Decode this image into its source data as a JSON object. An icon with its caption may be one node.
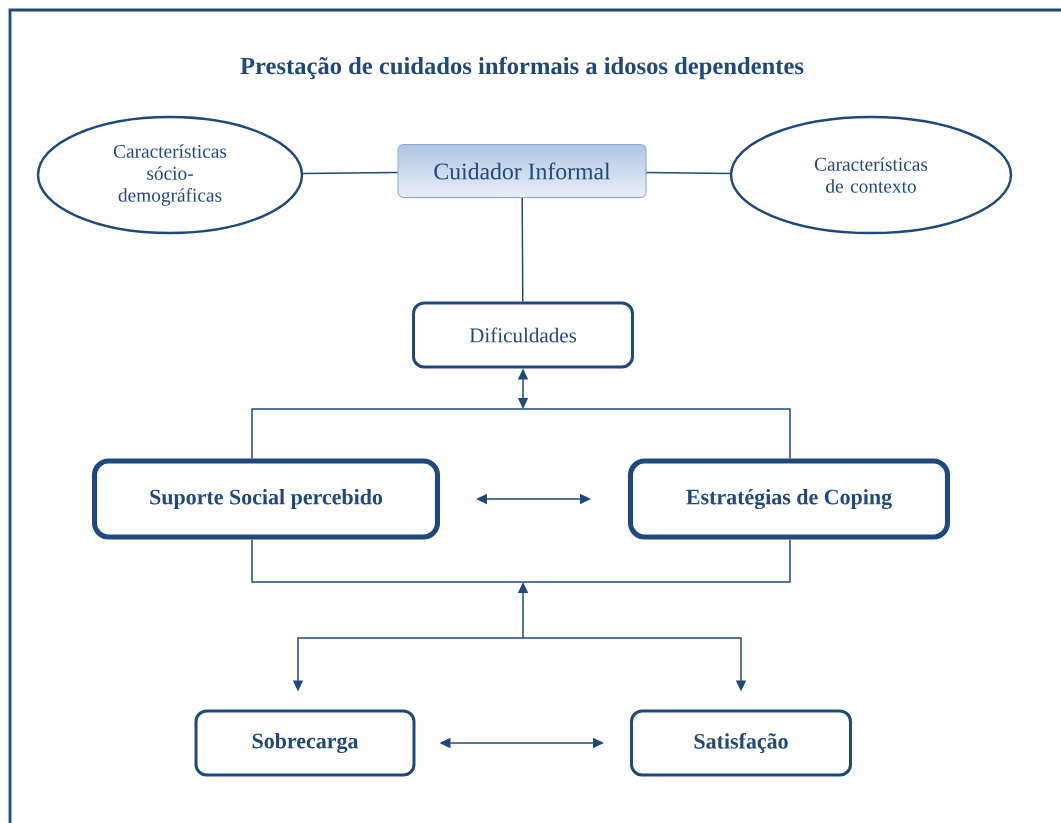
{
  "diagram": {
    "title": "Prestação de cuidados informais a idosos dependentes",
    "nodes": [
      {
        "text": [
          "Características sócio-demográficas"
        ]
      },
      {
        "text": [
          "Cuidador Informal"
        ]
      },
      {
        "text": [
          "Características de contexto"
        ]
      },
      {
        "text": [
          "Dificuldades"
        ]
      },
      {
        "text": [
          "Suporte Social percebido"
        ]
      },
      {
        "text": [
          "Estratégias de Coping"
        ]
      },
      {
        "text": [
          "Sobrecarga"
        ]
      },
      {
        "text": [
          "Satisfação"
        ]
      }
    ],
    "edges": [
      {
        "from": 0,
        "to": 1,
        "arrow": "none"
      },
      {
        "from": 1,
        "to": 2,
        "arrow": "none"
      },
      {
        "from": 1,
        "to": 3,
        "arrow": "none"
      },
      {
        "from": 3,
        "to": null,
        "arrow": "both"
      },
      {
        "from": 4,
        "to": 5,
        "arrow": "none"
      },
      {
        "from": 4,
        "to": 5,
        "arrow": "both"
      },
      {
        "from": 4,
        "to": 5,
        "arrow": "none"
      },
      {
        "from": null,
        "to": 6,
        "arrow": "both"
      },
      {
        "from": null,
        "to": 7,
        "arrow": "both"
      },
      {
        "from": 6,
        "to": 7,
        "arrow": "both"
      }
    ]
  }
}
